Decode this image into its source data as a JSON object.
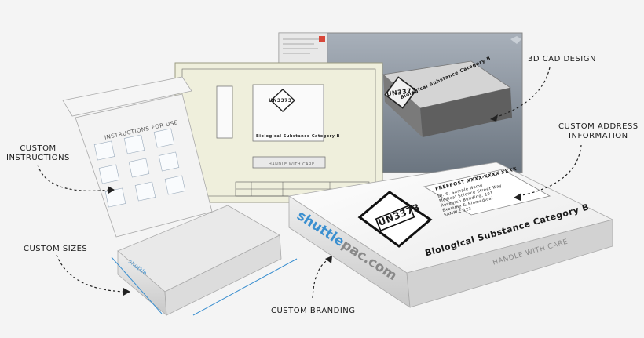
{
  "labels": {
    "cad": "3D CAD DESIGN",
    "address_line1": "CUSTOM ADDRESS",
    "address_line2": "INFORMATION",
    "instructions_line1": "CUSTOM",
    "instructions_line2": "INSTRUCTIONS",
    "sizes": "CUSTOM SIZES",
    "branding": "CUSTOM BRANDING"
  },
  "box": {
    "un_code": "UN3373",
    "substance": "Biological Substance Category B",
    "handle": "HANDLE WITH CARE",
    "brand_shuttle": "shuttle",
    "brand_pac": "pac.com",
    "address_title": "FREEPOST XXXX-XXXX-XXXX",
    "address_lines": [
      "Dr. S. Sample Name",
      "Medical Science Street Way",
      "Research Building, 101",
      "Example & Biomedical",
      "SAMPLE 123"
    ]
  },
  "instructions": {
    "title": "INSTRUCTIONS FOR USE"
  },
  "colors": {
    "brand_blue": "#3a8fd0",
    "drawing_bg": "#efefdc",
    "cad_bg": "#8893a0"
  }
}
